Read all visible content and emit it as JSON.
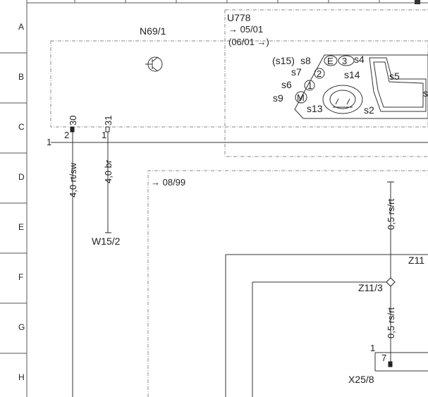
{
  "rows": [
    "A",
    "B",
    "C",
    "D",
    "E",
    "F",
    "G",
    "H"
  ],
  "components": {
    "n69": "N69/1",
    "w15": "W15/2",
    "u778": "U778",
    "z11": "Z11",
    "z11_3": "Z11/3",
    "x25_8": "X25/8"
  },
  "validity": {
    "from_0501": "→ 05/01",
    "range_0601": "(06/01 →)",
    "from_0899": "→ 08/99"
  },
  "seat_switches": {
    "s15": "(s15)",
    "s8": "s8",
    "e": "E",
    "s3": "3",
    "s4": "s4",
    "s7": "s7",
    "s2_circle": "2",
    "s14": "s14",
    "s5": "s5",
    "s6": "s6",
    "s1_circle": "1",
    "s9": "s9",
    "m": "M",
    "s13": "s13",
    "s2": "s2",
    "s_edge": "s"
  },
  "pins": {
    "p30": "30",
    "p31": "31",
    "p2": "2",
    "p1": "1",
    "bus1": "1",
    "x25_pin1": "1",
    "x25_pin7": "7"
  },
  "wires": {
    "w_rtsw": "4,0 rt/sw",
    "w_br": "4,0 br",
    "w_rsrt_upper": "0,5 rs/rt",
    "w_rsrt_lower": "0,5 rs/rt"
  },
  "colors": {
    "line": "#333333",
    "frame": "#555555",
    "dash": "#888888"
  }
}
